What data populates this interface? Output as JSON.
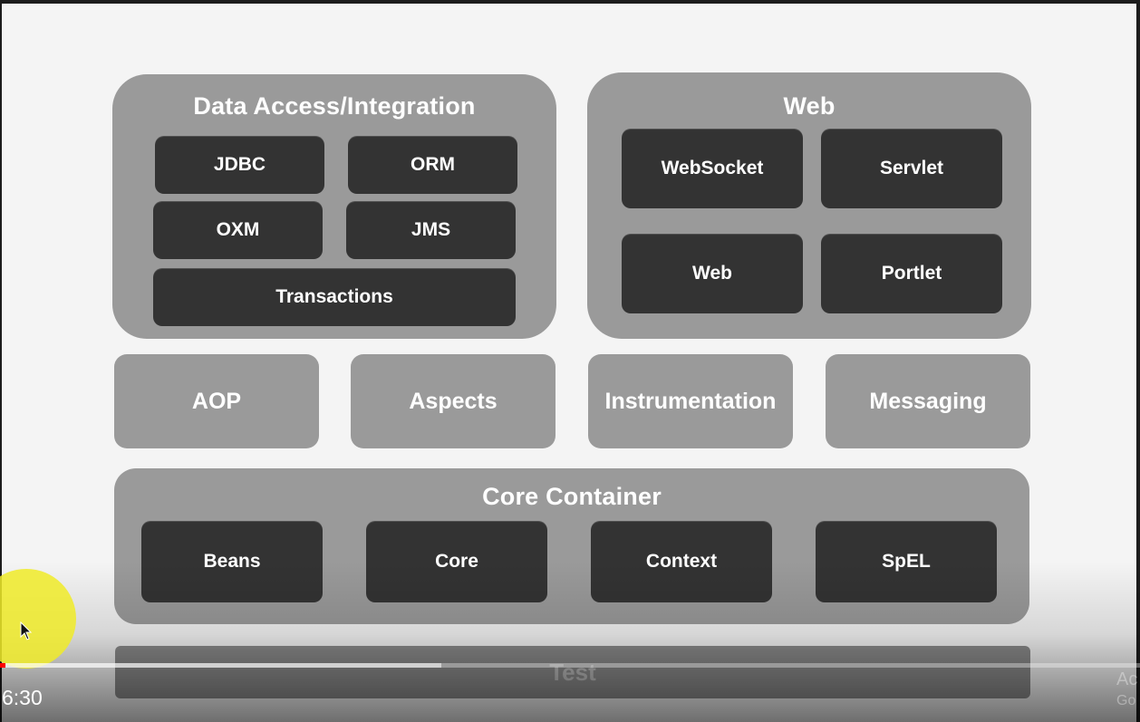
{
  "diagram": {
    "data_access": {
      "title": "Data Access/Integration",
      "items": [
        "JDBC",
        "ORM",
        "OXM",
        "JMS",
        "Transactions"
      ]
    },
    "web": {
      "title": "Web",
      "items": [
        "WebSocket",
        "Servlet",
        "Web",
        "Portlet"
      ]
    },
    "middle": [
      "AOP",
      "Aspects",
      "Instrumentation",
      "Messaging"
    ],
    "core_container": {
      "title": "Core Container",
      "items": [
        "Beans",
        "Core",
        "Context",
        "SpEL"
      ]
    },
    "test": "Test"
  },
  "player": {
    "current_time": "6:30",
    "progress_fraction": 0.005,
    "buffered_fraction": 0.387,
    "edge_text_line1": "Ac",
    "edge_text_line2": "Go",
    "accent_color": "#ff0000"
  }
}
